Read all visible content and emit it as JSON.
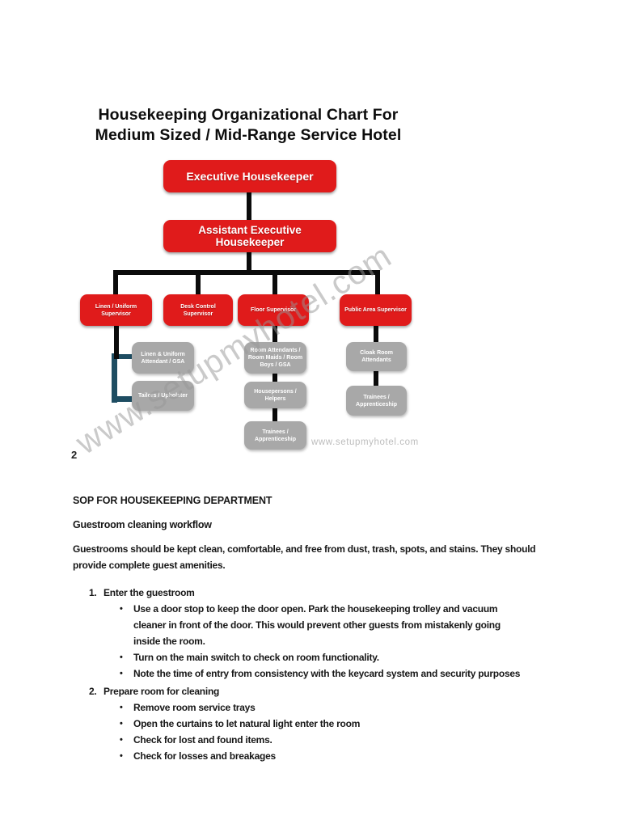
{
  "page": {
    "number": "2"
  },
  "title": {
    "line1": "Housekeeping Organizational Chart For",
    "line2": "Medium Sized / Mid-Range Service Hotel"
  },
  "chart": {
    "colors": {
      "box_red": "#E01B1B",
      "box_gray": "#A8A8A8",
      "connector_black": "#0B0B0B",
      "bracket_blue": "#1E4D62"
    },
    "nodes": {
      "executive": "Executive Housekeeper",
      "assistant": "Assistant Executive Housekeeper",
      "sup_linen": "Linen / Uniform Supervisor",
      "sup_desk": "Desk Control Supervisor",
      "sup_floor": "Floor Supervisor",
      "sup_public": "Public Area Supervisor",
      "linen_attendant": "Linen & Uniform Attendant / GSA",
      "tailors": "Tailors / Upholster",
      "room_attendants": "Room Attendants / Room Maids / Room Boys / GSA",
      "housepersons": "Housepersons / Helpers",
      "trainees_floor": "Trainees / Apprenticeship",
      "cloak_room": "Cloak Room Attendants",
      "trainees_public": "Trainees / Apprenticeship"
    }
  },
  "watermark": {
    "diagonal": "www.setupmyhotel.com",
    "small": "www.setupmyhotel.com"
  },
  "sop": {
    "heading": "SOP FOR HOUSEKEEPING DEPARTMENT",
    "subheading": "Guestroom cleaning workflow",
    "intro": "Guestrooms should be kept clean, comfortable, and free from dust, trash, spots, and stains. They should provide complete guest amenities.",
    "bullet_glyph": "•",
    "list": [
      {
        "number": "1.",
        "title": "Enter the guestroom",
        "bullets": [
          "Use a door stop to keep the door open. Park the housekeeping trolley and vacuum cleaner in front of the door. This would prevent other guests from mistakenly going inside the room.",
          "Turn on the main switch to check on room functionality.",
          "Note the time of entry from consistency with the keycard system and security purposes"
        ]
      },
      {
        "number": "2.",
        "title": "Prepare room for cleaning",
        "bullets": [
          "Remove room service trays",
          "Open the curtains to let natural light enter the room",
          "Check for lost and found items.",
          "Check for losses and breakages"
        ]
      }
    ]
  }
}
